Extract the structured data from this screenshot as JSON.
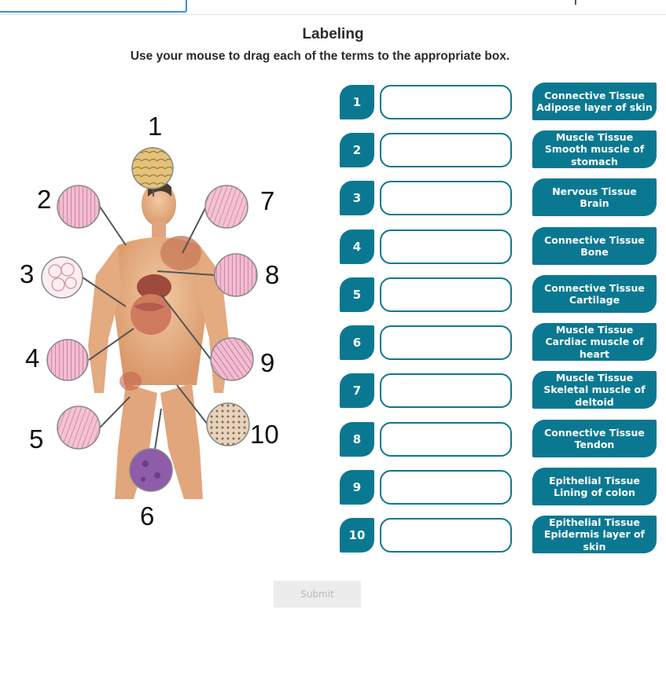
{
  "header": {
    "title": "Labeling",
    "instructions": "Use your mouse to drag each of the terms to the appropriate box."
  },
  "figure": {
    "labels": [
      "1",
      "2",
      "3",
      "4",
      "5",
      "6",
      "7",
      "8",
      "9",
      "10"
    ]
  },
  "rows": [
    {
      "number": "1",
      "term_line1": "Connective Tissue",
      "term_line2": "Adipose layer of skin"
    },
    {
      "number": "2",
      "term_line1": "Muscle Tissue",
      "term_line2": "Smooth muscle of stomach"
    },
    {
      "number": "3",
      "term_line1": "Nervous Tissue",
      "term_line2": "Brain"
    },
    {
      "number": "4",
      "term_line1": "Connective Tissue",
      "term_line2": "Bone"
    },
    {
      "number": "5",
      "term_line1": "Connective Tissue",
      "term_line2": "Cartilage"
    },
    {
      "number": "6",
      "term_line1": "Muscle Tissue",
      "term_line2": "Cardiac muscle of heart"
    },
    {
      "number": "7",
      "term_line1": "Muscle Tissue",
      "term_line2": "Skeletal muscle of deltoid"
    },
    {
      "number": "8",
      "term_line1": "Connective Tissue",
      "term_line2": "Tendon"
    },
    {
      "number": "9",
      "term_line1": "Epithelial Tissue",
      "term_line2": "Lining of colon"
    },
    {
      "number": "10",
      "term_line1": "Epithelial Tissue",
      "term_line2": "Epidermis layer of skin"
    }
  ],
  "submit_label": "Submit",
  "colors": {
    "accent": "#0b7892",
    "skin": "#e8b48a",
    "disabled": "#ececec"
  }
}
